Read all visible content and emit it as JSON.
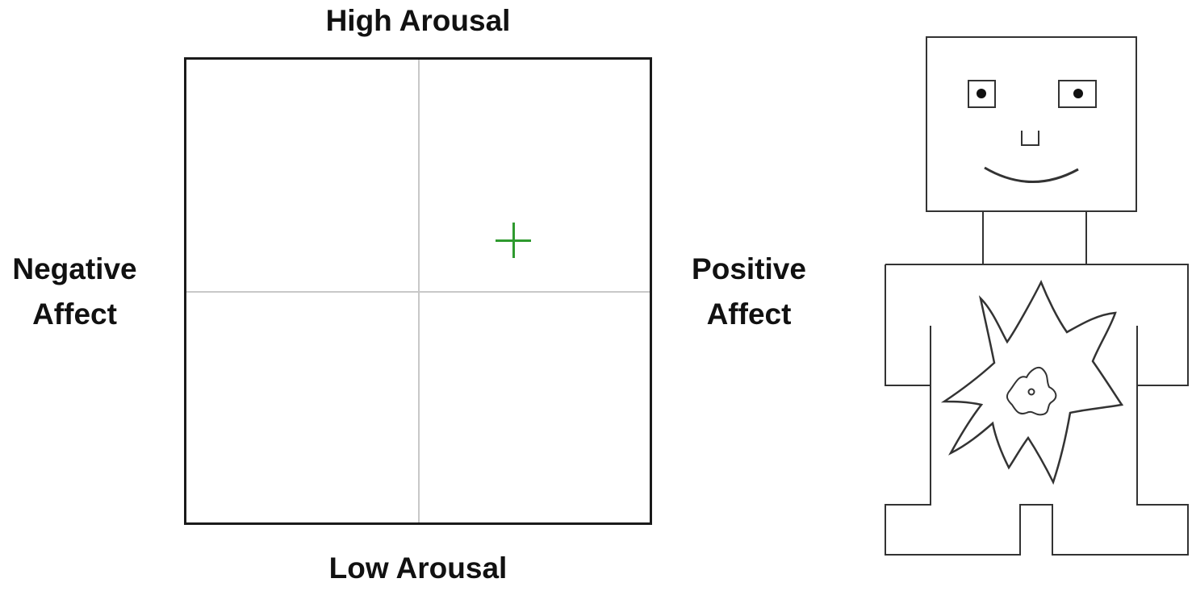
{
  "labels": {
    "top": "High Arousal",
    "bottom": "Low Arousal",
    "left": [
      "Negative",
      "Affect"
    ],
    "right": [
      "Positive",
      "Affect"
    ]
  },
  "grid_selection": {
    "valence": 0.41,
    "arousal": 0.22
  },
  "colors": {
    "grid_border": "#1a1a1a",
    "grid_divider": "#c8c8c8",
    "cursor": "#2f9a2f",
    "figure_stroke": "#333333"
  }
}
